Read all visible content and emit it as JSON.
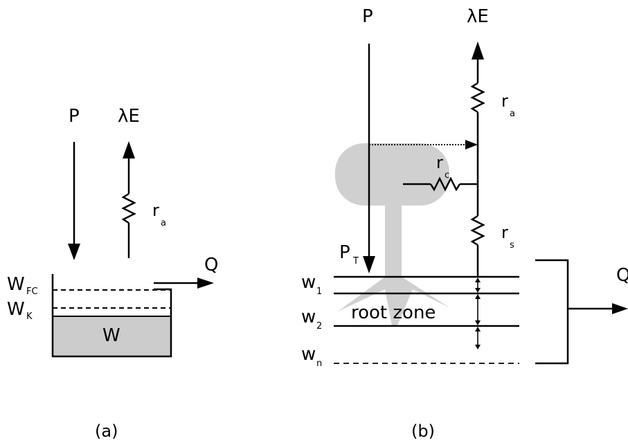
{
  "panel_a": {
    "precip": "P",
    "evap": "λE",
    "resist_label": "r",
    "resist_sub": "a",
    "wfc_label": "W",
    "wfc_sub": "FC",
    "wk_label": "W",
    "wk_sub": "K",
    "storage": "W",
    "runoff": "Q",
    "caption": "(a)"
  },
  "panel_b": {
    "precip": "P",
    "evap": "λE",
    "ra_label": "r",
    "ra_sub": "a",
    "rc_label": "r",
    "rc_sub": "c",
    "rs_label": "r",
    "rs_sub": "s",
    "throughfall_label": "P",
    "throughfall_sub": "T",
    "w1_label": "w",
    "w1_sub": "1",
    "w2_label": "w",
    "w2_sub": "2",
    "wn_label": "w",
    "wn_sub": "n",
    "root_zone": "root zone",
    "runoff": "Q",
    "caption": "(b)"
  },
  "colors": {
    "fill_gray": "#cccccc",
    "line": "#000000"
  }
}
